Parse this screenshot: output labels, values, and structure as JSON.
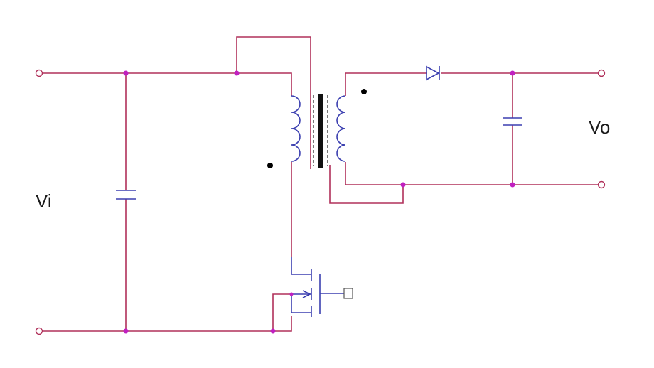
{
  "labels": {
    "input_voltage": "Vi",
    "output_voltage": "Vo"
  },
  "colors": {
    "wire": "#b0305a",
    "component": "#3b3fb0",
    "junction": "#c020c0",
    "core": "#111111"
  },
  "components": [
    {
      "name": "input-capacitor",
      "kind": "capacitor"
    },
    {
      "name": "transformer",
      "kind": "coupled-inductor",
      "windings": [
        "primary",
        "secondary"
      ]
    },
    {
      "name": "output-diode",
      "kind": "diode"
    },
    {
      "name": "output-capacitor",
      "kind": "capacitor"
    },
    {
      "name": "mosfet-switch",
      "kind": "n-channel-mosfet"
    },
    {
      "name": "gate-terminal",
      "kind": "terminal"
    }
  ]
}
